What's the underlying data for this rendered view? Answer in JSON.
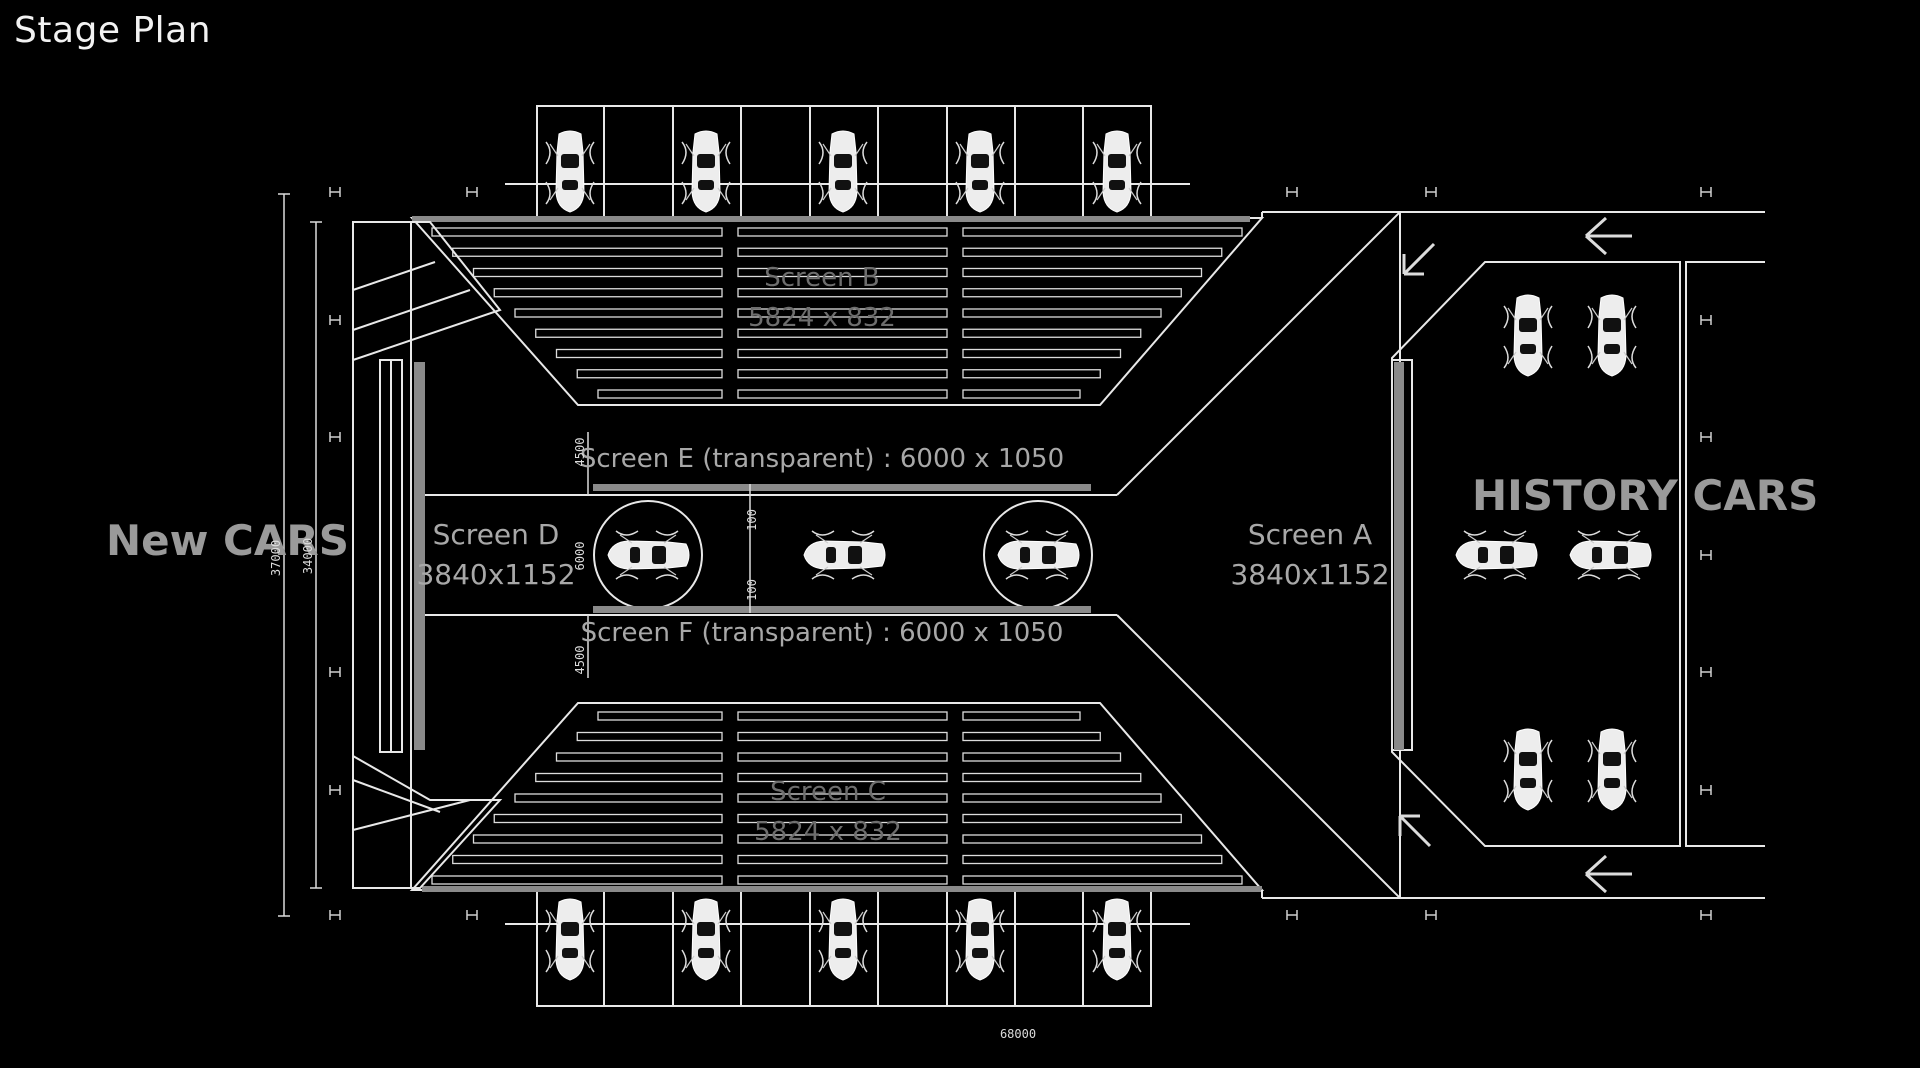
{
  "title": "Stage Plan",
  "labels": {
    "new_cars": "New CARS",
    "history_cars": "HISTORY CARS",
    "screen_a_name": "Screen A",
    "screen_a_size": "3840x1152",
    "screen_d_name": "Screen D",
    "screen_d_size": "3840x1152",
    "screen_e": "Screen E (transparent) : 6000 x 1050",
    "screen_f": "Screen F (transparent) : 6000 x 1050",
    "screen_b_name": "Screen B",
    "screen_b_size": "5824 x 832",
    "screen_c_name": "Screen C",
    "screen_c_size": "5824 x 832"
  },
  "dimensions": {
    "overall_width": "68000",
    "overall_height": "37000",
    "inner_height": "34000",
    "gap_upper": "4500",
    "gap_lower": "4500",
    "screen_sep_upper": "100",
    "screen_sep_lower": "100",
    "center_width": "6000"
  },
  "colors": {
    "background": "#000000",
    "lines": "#e8e8e8",
    "screens": "#8a8a8a",
    "label": "#a0a0a0"
  },
  "icons": [
    "car-icon",
    "arrow-left-icon",
    "arrow-diagonal-icon",
    "turntable-icon",
    "seating-row-icon"
  ]
}
